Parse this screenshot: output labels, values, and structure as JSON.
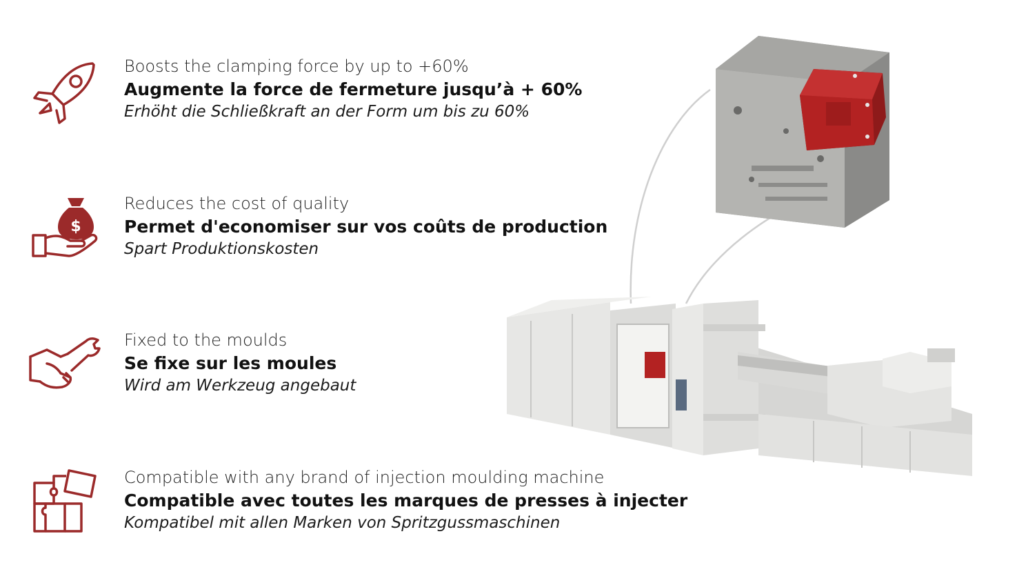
{
  "accent_color": "#9b2a2a",
  "features": [
    {
      "icon": "rocket-icon",
      "en": "Boosts the clamping force by up to +60%",
      "fr": "Augmente la force de fermeture jusqu’à + 60%",
      "de": "Erhöht die Schließkraft an der Form um bis zu 60%"
    },
    {
      "icon": "money-bag-hand-icon",
      "en": "Reduces the cost of quality",
      "fr": "Permet d'economiser sur vos coûts de production",
      "de": "Spart Produktionskosten"
    },
    {
      "icon": "handshake-wrench-icon",
      "en": "Fixed to the moulds",
      "fr": "Se fixe sur les moules",
      "de": "Wird am Werkzeug angebaut"
    },
    {
      "icon": "puzzle-icon",
      "en": "Compatible with any brand of injection moulding machine",
      "fr": "Compatible avec toutes les marques de presses à injecter",
      "de": "Kompatibel mit allen Marken von Spritzgussmaschinen"
    }
  ]
}
